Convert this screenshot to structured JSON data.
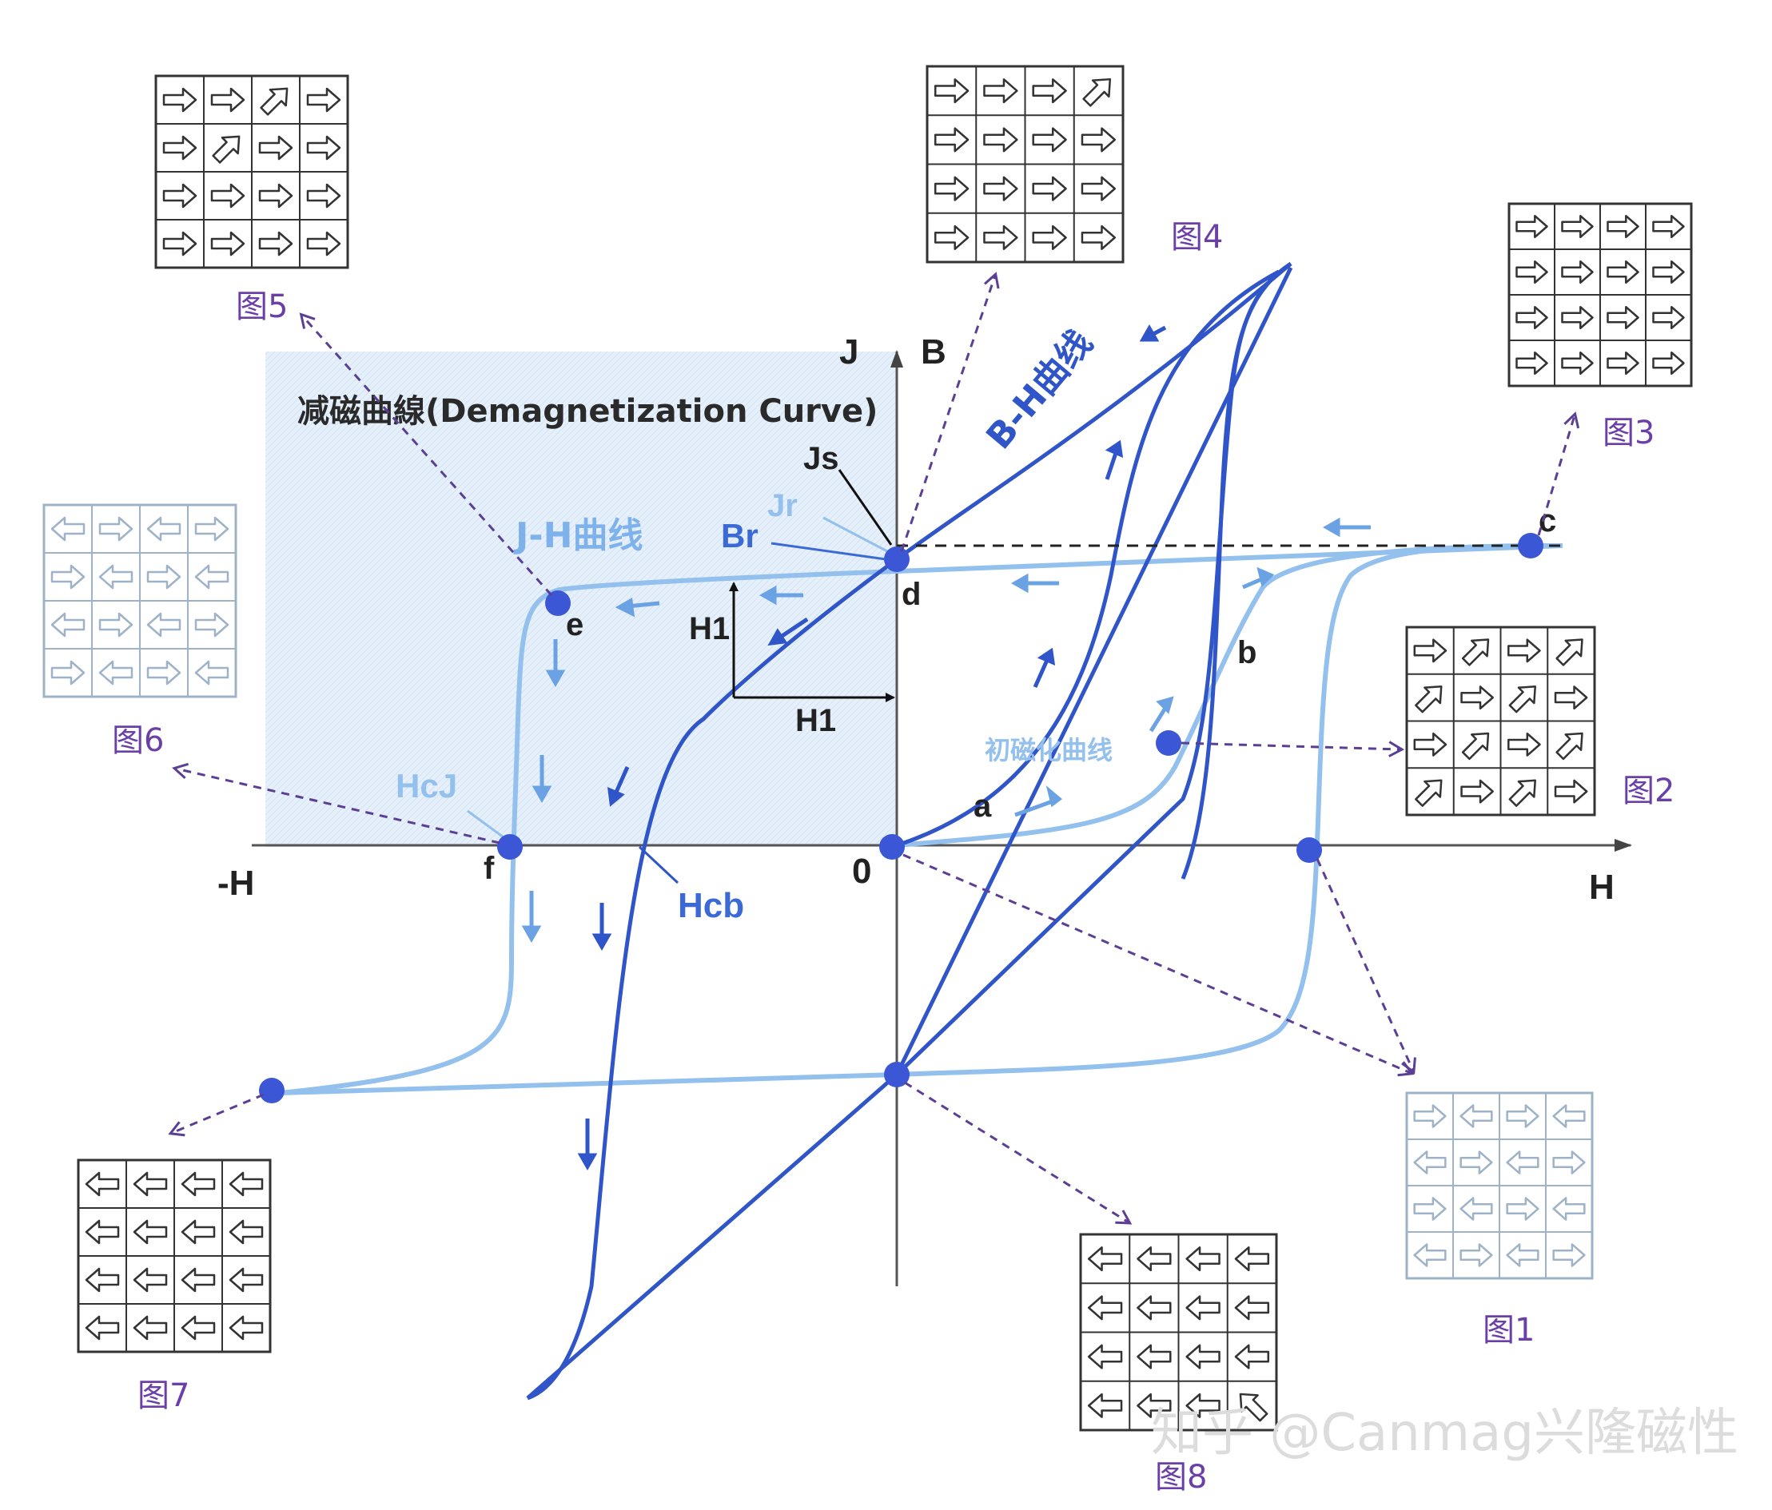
{
  "title": "减磁曲線(Demagnetization Curve)",
  "axes": {
    "neg_h": "-H",
    "h": "H",
    "j": "J",
    "b": "B",
    "origin": "0"
  },
  "curve_labels": {
    "bh": "B-H曲线",
    "jh": "J-H曲线",
    "initial": "初磁化曲线"
  },
  "param_labels": {
    "js": "Js",
    "jr": "Jr",
    "br": "Br",
    "hcj": "HcJ",
    "hcb": "Hcb",
    "h1_vertical": "H1",
    "h1_horizontal": "H1"
  },
  "points": {
    "a": "a",
    "b": "b",
    "c": "c",
    "d": "d",
    "e": "e",
    "f": "f"
  },
  "figures": [
    {
      "caption": "图1",
      "faded": true,
      "arrows": [
        "R",
        "L",
        "R",
        "L",
        "L",
        "R",
        "L",
        "R",
        "R",
        "L",
        "R",
        "L",
        "L",
        "R",
        "L",
        "R"
      ]
    },
    {
      "caption": "图2",
      "faded": false,
      "arrows": [
        "R",
        "UR",
        "R",
        "UR",
        "UR",
        "R",
        "UR",
        "R",
        "R",
        "UR",
        "R",
        "UR",
        "UR",
        "R",
        "UR",
        "R"
      ]
    },
    {
      "caption": "图3",
      "faded": false,
      "arrows": [
        "R",
        "R",
        "R",
        "R",
        "R",
        "R",
        "R",
        "R",
        "R",
        "R",
        "R",
        "R",
        "R",
        "R",
        "R",
        "R"
      ]
    },
    {
      "caption": "图4",
      "faded": false,
      "arrows": [
        "R",
        "R",
        "R",
        "UR",
        "R",
        "R",
        "R",
        "R",
        "R",
        "R",
        "R",
        "R",
        "R",
        "R",
        "R",
        "R"
      ]
    },
    {
      "caption": "图5",
      "faded": false,
      "arrows": [
        "R",
        "R",
        "UR",
        "R",
        "R",
        "UR",
        "R",
        "R",
        "R",
        "R",
        "R",
        "R",
        "R",
        "R",
        "R",
        "R"
      ]
    },
    {
      "caption": "图6",
      "faded": true,
      "arrows": [
        "L",
        "R",
        "L",
        "R",
        "R",
        "L",
        "R",
        "L",
        "L",
        "R",
        "L",
        "R",
        "R",
        "L",
        "R",
        "L"
      ]
    },
    {
      "caption": "图7",
      "faded": false,
      "arrows": [
        "L",
        "L",
        "L",
        "L",
        "L",
        "L",
        "L",
        "L",
        "L",
        "L",
        "L",
        "L",
        "L",
        "L",
        "L",
        "L"
      ]
    },
    {
      "caption": "图8",
      "faded": false,
      "arrows": [
        "L",
        "L",
        "L",
        "L",
        "L",
        "L",
        "L",
        "L",
        "L",
        "L",
        "L",
        "L",
        "L",
        "L",
        "L",
        "UL"
      ]
    }
  ],
  "watermark": "知乎 @Canmag兴隆磁性",
  "colors": {
    "bh_curve": "#2f55c9",
    "jh_curve": "#93c0ec",
    "point": "#3b57d6",
    "leader": "#5b3f94",
    "caption": "#6b3fa8",
    "demag_region": "#dcebfb"
  }
}
